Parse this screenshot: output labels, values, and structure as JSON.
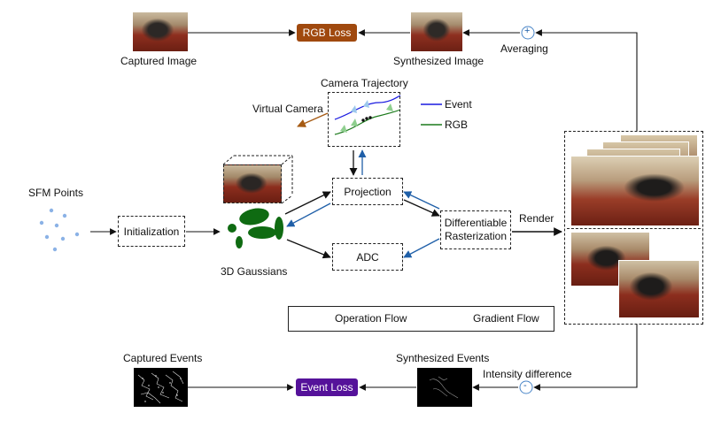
{
  "colors": {
    "rgb_loss": "#a0490e",
    "event_loss": "#55129a",
    "gradient_arrow": "#1f5fa8",
    "trajectory_event": "#1a1ae0",
    "trajectory_rgb": "#1c7a1c",
    "virtual_camera_arrow": "#a65b14",
    "gaussian_green": "#0f6b12",
    "sfm_points": "#8bb2e6"
  },
  "top": {
    "captured_image": "Captured Image",
    "rgb_loss": "RGB Loss",
    "synthesized_image": "Synthesized Image",
    "averaging": "Averaging",
    "plus_symbol": "+"
  },
  "middle": {
    "camera_trajectory": "Camera Trajectory",
    "virtual_camera": "Virtual Camera",
    "event_legend": "Event",
    "rgb_legend": "RGB",
    "sfm_points": "SFM Points",
    "initialization": "Initialization",
    "gaussians": "3D Gaussians",
    "projection": "Projection",
    "adc": "ADC",
    "rasterization_line1": "Differentiable",
    "rasterization_line2": "Rasterization",
    "render": "Render"
  },
  "legend": {
    "operation_flow": "Operation Flow",
    "gradient_flow": "Gradient Flow"
  },
  "bottom": {
    "captured_events": "Captured Events",
    "event_loss": "Event Loss",
    "synthesized_events": "Synthesized Events",
    "intensity_difference": "Intensity difference",
    "minus_symbol": "-"
  }
}
